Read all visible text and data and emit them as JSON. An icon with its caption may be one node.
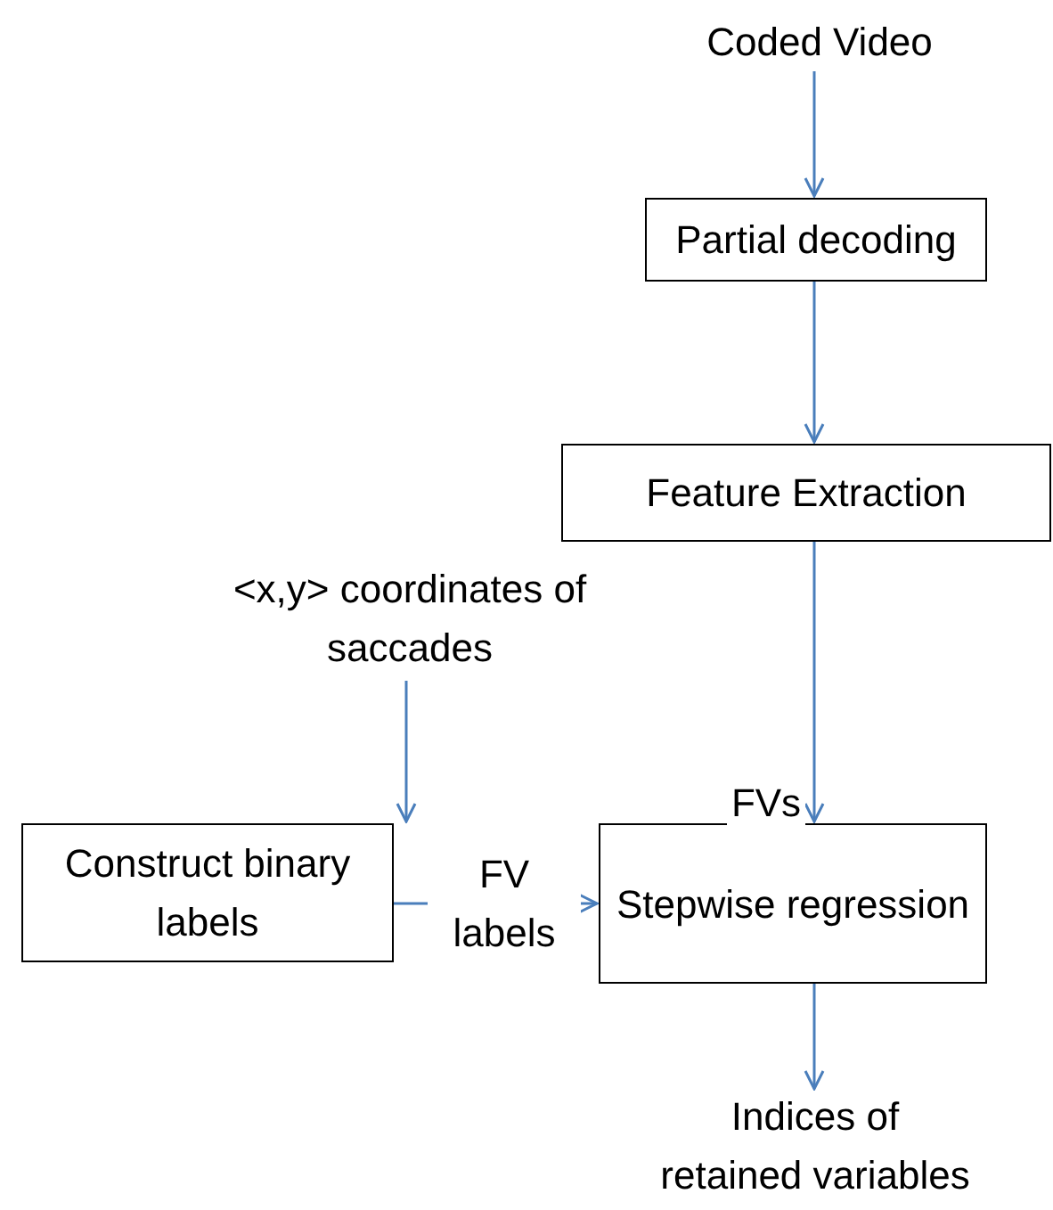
{
  "diagram": {
    "nodes": [
      {
        "text": [
          "Coded Video"
        ]
      },
      {
        "text": [
          "Partial decoding"
        ]
      },
      {
        "text": [
          "Feature Extraction"
        ]
      },
      {
        "text": [
          "<x,y> coordinates of saccades"
        ]
      },
      {
        "text": [
          "Construct binary labels"
        ]
      },
      {
        "text": [
          "Stepwise regression"
        ]
      },
      {
        "text": [
          "Indices of retained variables"
        ]
      }
    ],
    "edges": [
      {
        "from": 0,
        "to": 1,
        "arrow": "to"
      },
      {
        "from": 1,
        "to": 2,
        "arrow": "to"
      },
      {
        "from": 2,
        "to": 5,
        "arrow": "to",
        "label": "FVs"
      },
      {
        "from": 3,
        "to": 4,
        "arrow": "to"
      },
      {
        "from": 4,
        "to": 5,
        "arrow": "to",
        "label": "FV labels"
      },
      {
        "from": 5,
        "to": 6,
        "arrow": "to"
      }
    ]
  }
}
